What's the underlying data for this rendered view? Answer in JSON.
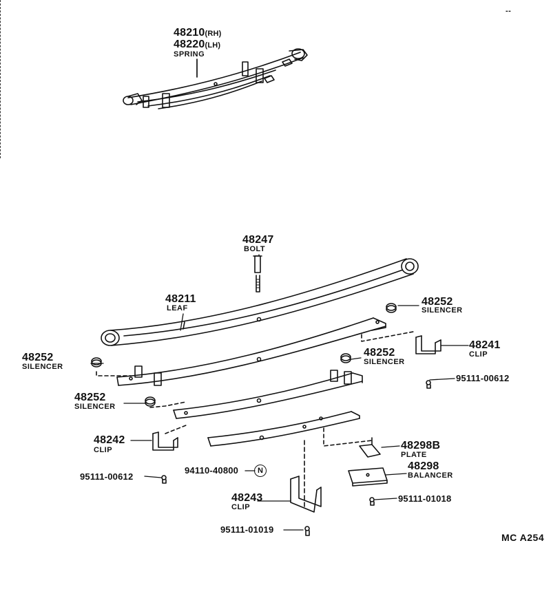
{
  "parts": {
    "spring": {
      "rh_number": "48210",
      "rh_side": "(RH)",
      "lh_number": "48220",
      "lh_side": "(LH)",
      "name": "SPRING"
    },
    "bolt": {
      "number": "48247",
      "name": "BOLT"
    },
    "leaf": {
      "number": "48211",
      "name": "LEAF"
    },
    "silencer_right": {
      "number": "48252",
      "name": "SILENCER"
    },
    "clip_right": {
      "number": "48241",
      "name": "CLIP"
    },
    "silencer_left": {
      "number": "48252",
      "name": "SILENCER"
    },
    "silencer_mid": {
      "number": "48252",
      "name": "SILENCER"
    },
    "bolt_right": {
      "number": "95111-00612"
    },
    "silencer_lower": {
      "number": "48252",
      "name": "SILENCER"
    },
    "clip_left": {
      "number": "48242",
      "name": "CLIP"
    },
    "plate": {
      "number": "48298B",
      "name": "PLATE"
    },
    "bolt_left": {
      "number": "95111-00612"
    },
    "nut": {
      "number": "94110-40800",
      "badge": "N"
    },
    "balancer": {
      "number": "48298",
      "name": "BALANCER"
    },
    "clip_center": {
      "number": "48243",
      "name": "CLIP"
    },
    "bolt_balancer": {
      "number": "95111-01018"
    },
    "bolt_bottom": {
      "number": "95111-01019"
    }
  },
  "footer": {
    "code": "MC  A254"
  },
  "corner_mark": "--"
}
